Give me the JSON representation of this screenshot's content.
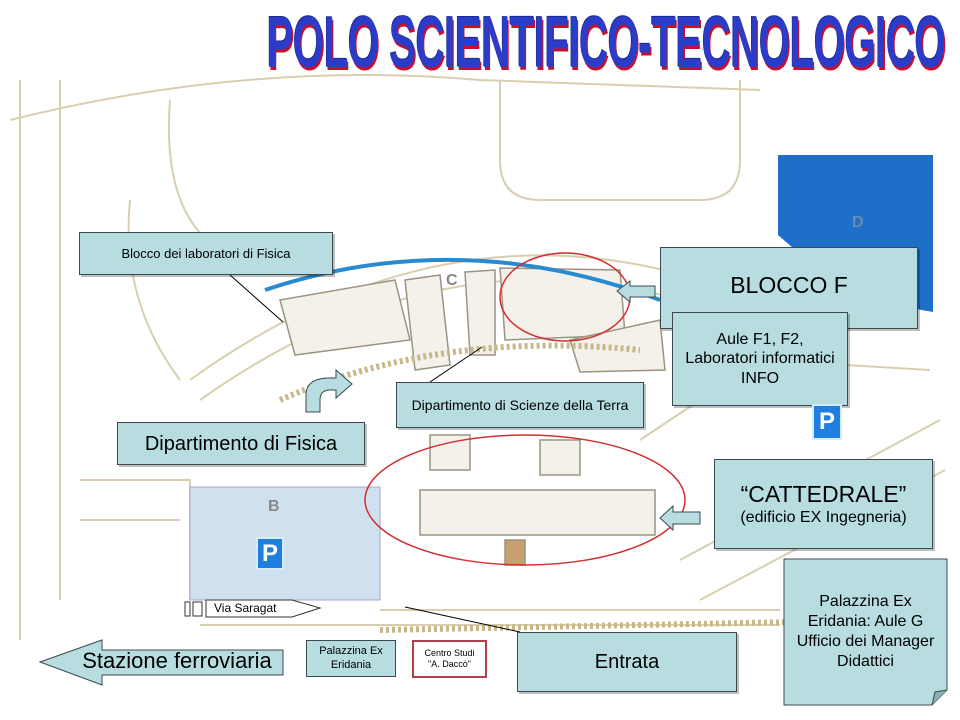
{
  "title": "POLO SCIENTIFICO-TECNOLOGICO",
  "labels": {
    "lab_fisica": "Blocco dei laboratori di Fisica",
    "blocco_f": "BLOCCO F",
    "aule_f": "Aule F1, F2, Laboratori informatici INFO",
    "scienze_terra": "Dipartimento di Scienze della Terra",
    "dip_fisica": "Dipartimento di Fisica",
    "cattedrale_title": "“CATTEDRALE”",
    "cattedrale_sub": "(edificio EX Ingegneria)",
    "eridania_note": "Palazzina Ex Eridania: Aule G Ufficio dei Manager Didattici",
    "entrata": "Entrata",
    "stazione": "Stazione ferroviaria",
    "palazzina": "Palazzina Ex Eridania",
    "centro_studi_1": "Centro Studi",
    "centro_studi_2": "\"A. Daccò\"",
    "via": "Via Saragat",
    "parking": "P",
    "block_b": "B",
    "block_c": "C",
    "block_d": "D"
  },
  "colors": {
    "callout": "#b7dde0",
    "title": "#2a3cc8",
    "parking": "#1f7fe0",
    "blockD": "#1e6fc8",
    "highlight": "#d03030"
  }
}
